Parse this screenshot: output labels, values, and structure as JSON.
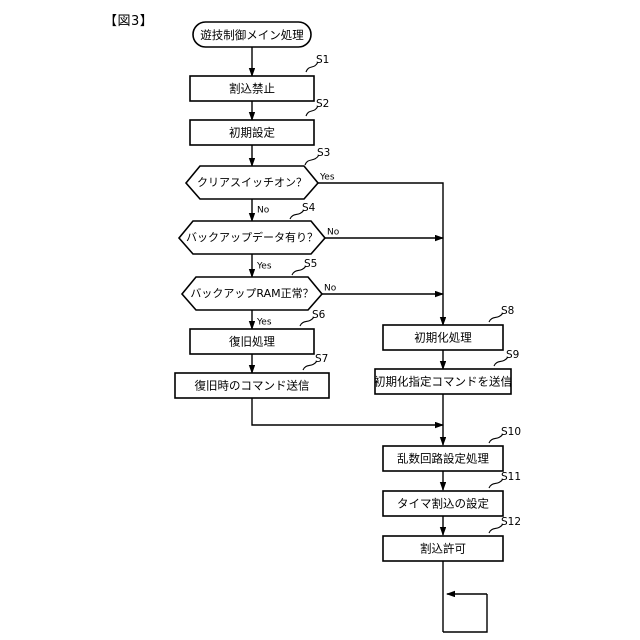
{
  "figure": {
    "label": "【図3】",
    "title_text": "遊技制御メイン処理"
  },
  "colors": {
    "stroke": "#000000",
    "fill": "#ffffff",
    "background": "#ffffff"
  },
  "flow": {
    "start_node": {
      "id": "start",
      "shape": "terminator",
      "text": "遊技制御メイン処理"
    },
    "nodes": [
      {
        "id": "S1",
        "shape": "process",
        "step": "S1",
        "text": "割込禁止",
        "column": "left"
      },
      {
        "id": "S2",
        "shape": "process",
        "step": "S2",
        "text": "初期設定",
        "column": "left"
      },
      {
        "id": "S3",
        "shape": "decision",
        "step": "S3",
        "text": "クリアスイッチオン？",
        "column": "left",
        "yes": "Yes",
        "no": "No"
      },
      {
        "id": "S4",
        "shape": "decision",
        "step": "S4",
        "text": "バックアップデータ有り？",
        "column": "left",
        "yes": "Yes",
        "no": "No"
      },
      {
        "id": "S5",
        "shape": "decision",
        "step": "S5",
        "text": "バックアップRAM正常？",
        "column": "left",
        "yes": "Yes",
        "no": "No"
      },
      {
        "id": "S6",
        "shape": "process",
        "step": "S6",
        "text": "復旧処理",
        "column": "left"
      },
      {
        "id": "S7",
        "shape": "process",
        "step": "S7",
        "text": "復旧時のコマンド送信",
        "column": "left"
      },
      {
        "id": "S8",
        "shape": "process",
        "step": "S8",
        "text": "初期化処理",
        "column": "right"
      },
      {
        "id": "S9",
        "shape": "process",
        "step": "S9",
        "text": "初期化指定コマンドを送信",
        "column": "right"
      },
      {
        "id": "S10",
        "shape": "process",
        "step": "S10",
        "text": "乱数回路設定処理",
        "column": "right"
      },
      {
        "id": "S11",
        "shape": "process",
        "step": "S11",
        "text": "タイマ割込の設定",
        "column": "right"
      },
      {
        "id": "S12",
        "shape": "process",
        "step": "S12",
        "text": "割込許可",
        "column": "right"
      }
    ],
    "branch_labels": {
      "s3_yes": "Yes",
      "s3_no": "No",
      "s4_yes": "Yes",
      "s4_no": "No",
      "s5_yes": "Yes",
      "s5_no": "No"
    },
    "step_labels": {
      "s1": "S1",
      "s2": "S2",
      "s3": "S3",
      "s4": "S4",
      "s5": "S5",
      "s6": "S6",
      "s7": "S7",
      "s8": "S8",
      "s9": "S9",
      "s10": "S10",
      "s11": "S11",
      "s12": "S12"
    }
  }
}
